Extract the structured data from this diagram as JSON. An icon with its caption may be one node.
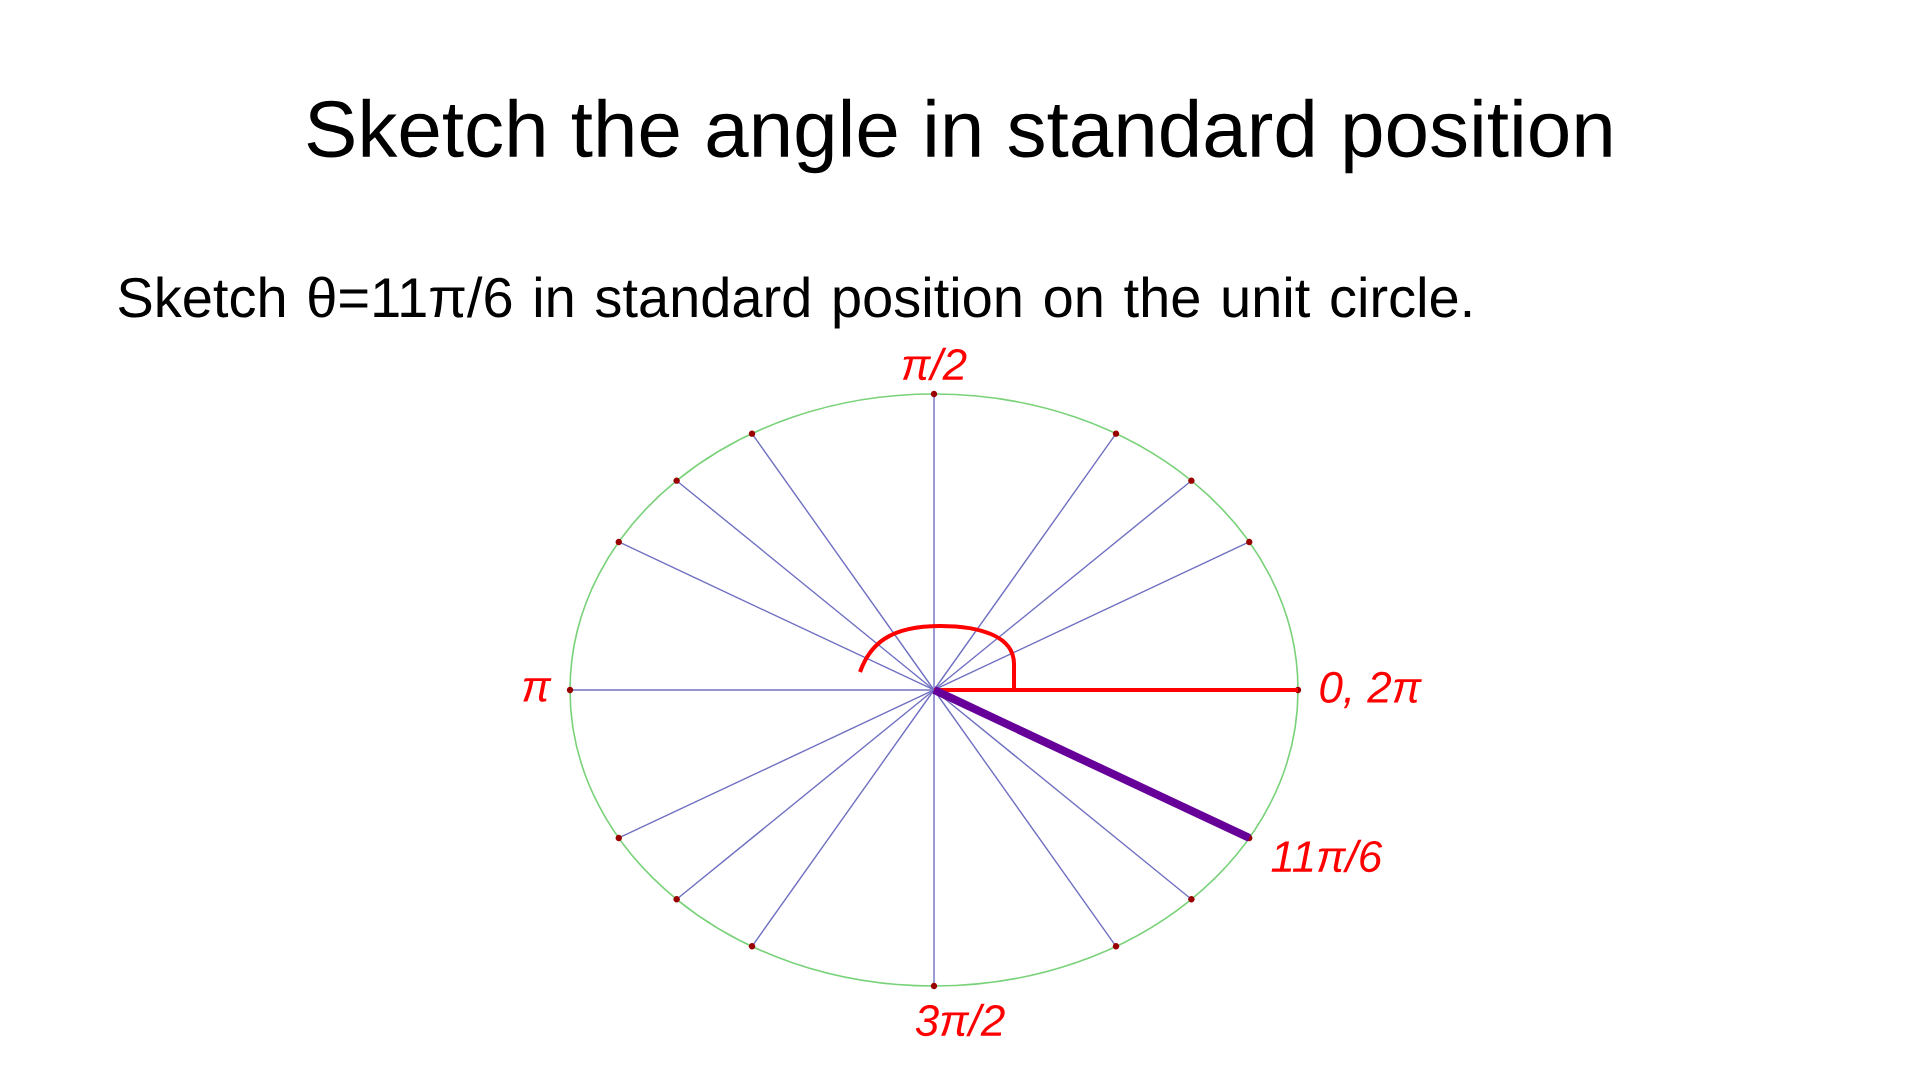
{
  "diagram": {
    "title": "Sketch the angle in standard position",
    "labels": [
      "Sketch θ=11π/6 in standard position on the unit circle.",
      "π/2",
      "π",
      "0, 2π",
      "11π/6",
      "3π/2"
    ]
  }
}
